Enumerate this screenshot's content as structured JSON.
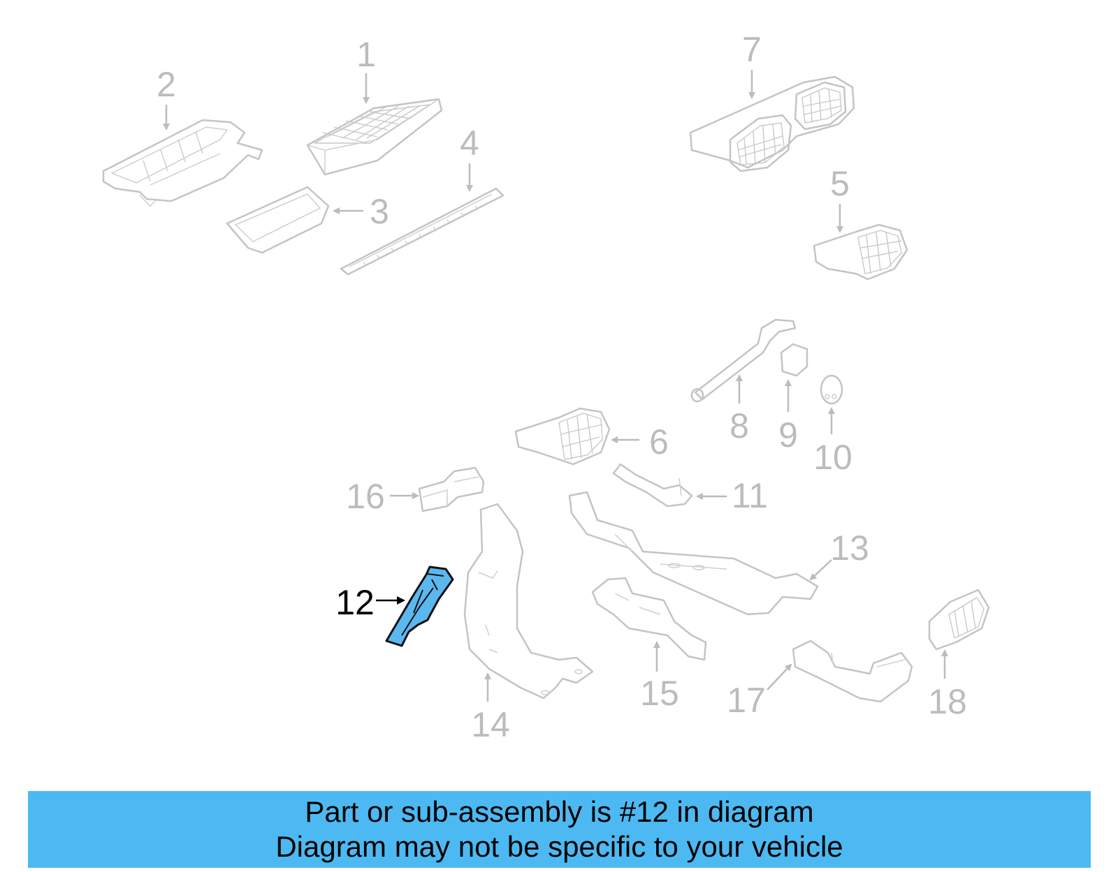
{
  "diagram": {
    "accent_color": "#5bb8ef",
    "banner_color": "#4db9f2",
    "highlighted_part": "12",
    "callouts": [
      {
        "id": "1",
        "label": "1"
      },
      {
        "id": "2",
        "label": "2"
      },
      {
        "id": "3",
        "label": "3"
      },
      {
        "id": "4",
        "label": "4"
      },
      {
        "id": "5",
        "label": "5"
      },
      {
        "id": "6",
        "label": "6"
      },
      {
        "id": "7",
        "label": "7"
      },
      {
        "id": "8",
        "label": "8"
      },
      {
        "id": "9",
        "label": "9"
      },
      {
        "id": "10",
        "label": "10"
      },
      {
        "id": "11",
        "label": "11"
      },
      {
        "id": "12",
        "label": "12"
      },
      {
        "id": "13",
        "label": "13"
      },
      {
        "id": "14",
        "label": "14"
      },
      {
        "id": "15",
        "label": "15"
      },
      {
        "id": "16",
        "label": "16"
      },
      {
        "id": "17",
        "label": "17"
      },
      {
        "id": "18",
        "label": "18"
      }
    ]
  },
  "banner": {
    "line1": "Part or sub-assembly is #12 in diagram",
    "line2": "Diagram may not be specific to your vehicle"
  }
}
